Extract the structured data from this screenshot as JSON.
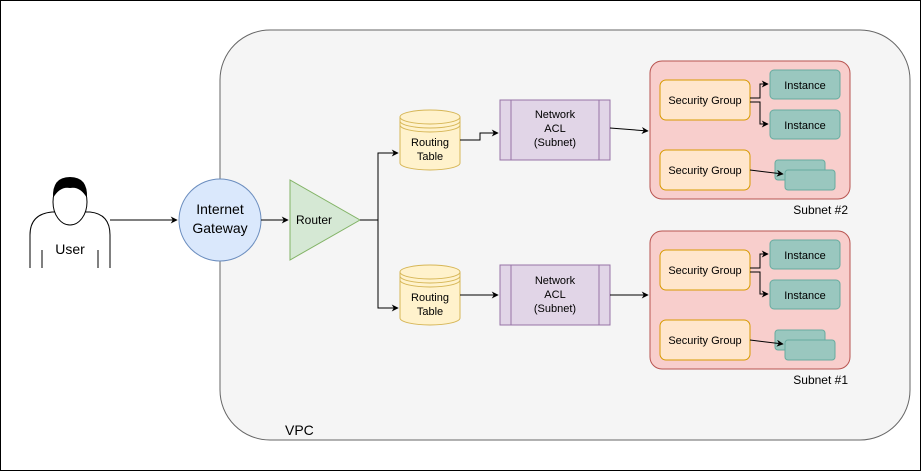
{
  "vpc": {
    "label": "VPC",
    "fill": "#f5f5f5",
    "stroke": "#666666"
  },
  "user": {
    "label": "User"
  },
  "internet_gateway": {
    "line1": "Internet",
    "line2": "Gateway",
    "fill": "#dae8fc",
    "stroke": "#6c8ebf"
  },
  "router": {
    "label": "Router",
    "fill": "#d5e8d4",
    "stroke": "#82b366"
  },
  "routing_table": {
    "line1": "Routing",
    "line2": "Table",
    "fill": "#fff2cc",
    "stroke": "#d6b656"
  },
  "network_acl": {
    "line1": "Network",
    "line2": "ACL",
    "line3": "(Subnet)",
    "fill": "#e1d5e7",
    "stroke": "#9673a6"
  },
  "subnets": [
    {
      "label": "Subnet #2"
    },
    {
      "label": "Subnet #1"
    }
  ],
  "subnet_style": {
    "fill": "#f8cecc",
    "stroke": "#b85450"
  },
  "security_group": {
    "label": "Security Group",
    "fill": "#ffe6cc",
    "stroke": "#d79b00"
  },
  "instance": {
    "label": "Instance",
    "fill": "#9ac7bf",
    "stroke": "#67ab9f"
  }
}
